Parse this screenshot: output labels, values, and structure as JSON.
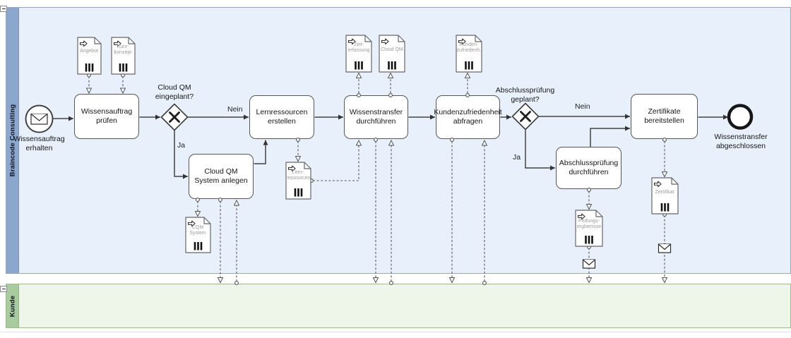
{
  "pools": {
    "braincode": {
      "label": "Braincode Consulting",
      "body_color": "#e8f1fb",
      "header_color": "#8ba7cd",
      "border_color": "#93a6c2"
    },
    "kunde": {
      "label": "Kunde",
      "body_color": "#edf6e8",
      "header_color": "#a9cc9e",
      "border_color": "#9cba8b"
    }
  },
  "nodes": {
    "start": {
      "label": "Wissensauftrag erhalten",
      "type": "message-start-event"
    },
    "task_pruefen": {
      "label": "Wissensauftrag prüfen"
    },
    "gateway_cloudqm": {
      "label": "Cloud QM eingeplant?",
      "type": "exclusive-gateway"
    },
    "task_lernressourcen": {
      "label": "Lernressourcen erstellen"
    },
    "task_cloudqm_anlegen": {
      "label": "Cloud QM System anlegen"
    },
    "task_wissenstransfer": {
      "label": "Wissenstransfer durchführen"
    },
    "task_kundenzufriedenheit": {
      "label": "Kundenzufriedenheit abfragen"
    },
    "gateway_abschluss": {
      "label": "Abschlussprüfung geplant?",
      "type": "exclusive-gateway"
    },
    "task_abschlusspruefung": {
      "label": "Abschlussprüfung durchführen"
    },
    "task_zertifikate": {
      "label": "Zertifikate bereitstellen"
    },
    "end": {
      "label": "Wissenstransfer abgeschlossen",
      "type": "end-event"
    }
  },
  "flow_labels": {
    "nein1": "Nein",
    "ja1": "Ja",
    "nein2": "Nein",
    "ja2": "Ja"
  },
  "docs": {
    "angebot": {
      "label": "Angebot"
    },
    "kurzkonzept": {
      "label": "Kurz-\nkonzept"
    },
    "zeiterfassung": {
      "label": "Zeit-\nerfassung"
    },
    "cloudqm": {
      "label": "Cloud QM"
    },
    "kundenzufriedenh": {
      "label": "Kunden-\nzufriedenh."
    },
    "lernressourcen": {
      "label": "Lern-\nressourcen"
    },
    "cqm_system": {
      "label": "CQM\nSystem"
    },
    "pruefungsergebnisse": {
      "label": "Prüfungs-\nergbenisse"
    },
    "zertifikat": {
      "label": "Zertifikat"
    }
  },
  "colors": {
    "line": "#424242",
    "dashed_line": "#5a5a5a",
    "task_border": "#565656"
  }
}
